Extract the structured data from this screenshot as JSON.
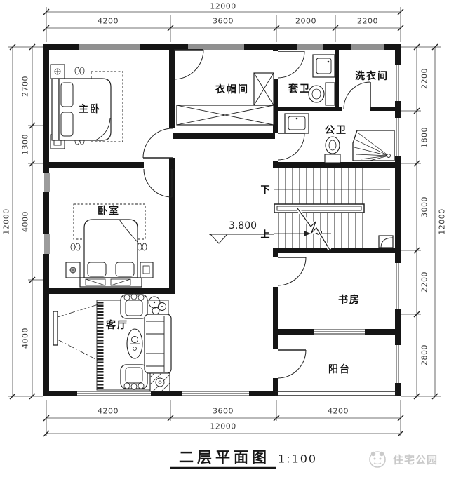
{
  "meta": {
    "drawing_title": "二层平面图",
    "drawing_scale": "1:100",
    "watermark": "住宅公园"
  },
  "rooms": {
    "master_bedroom": "主卧",
    "cloakroom": "衣帽间",
    "ensuite_bath": "套卫",
    "laundry": "洗衣间",
    "public_bath": "公卫",
    "bedroom": "卧室",
    "living_room": "客厅",
    "study": "书房",
    "balcony": "阳台"
  },
  "stairs": {
    "down": "下",
    "up": "上"
  },
  "elevation": {
    "value": "3.800"
  },
  "dimensions": {
    "top": {
      "total": "12000",
      "segments": [
        "4200",
        "3600",
        "2000",
        "2200"
      ]
    },
    "bottom": {
      "total": "12000",
      "segments": [
        "4200",
        "3600",
        "4200"
      ]
    },
    "left": {
      "total": "12000",
      "segments": [
        "2700",
        "1300",
        "4000",
        "4000"
      ]
    },
    "right": {
      "total": "12000",
      "segments": [
        "2200",
        "1800",
        "3000",
        "2200",
        "2800"
      ]
    }
  }
}
